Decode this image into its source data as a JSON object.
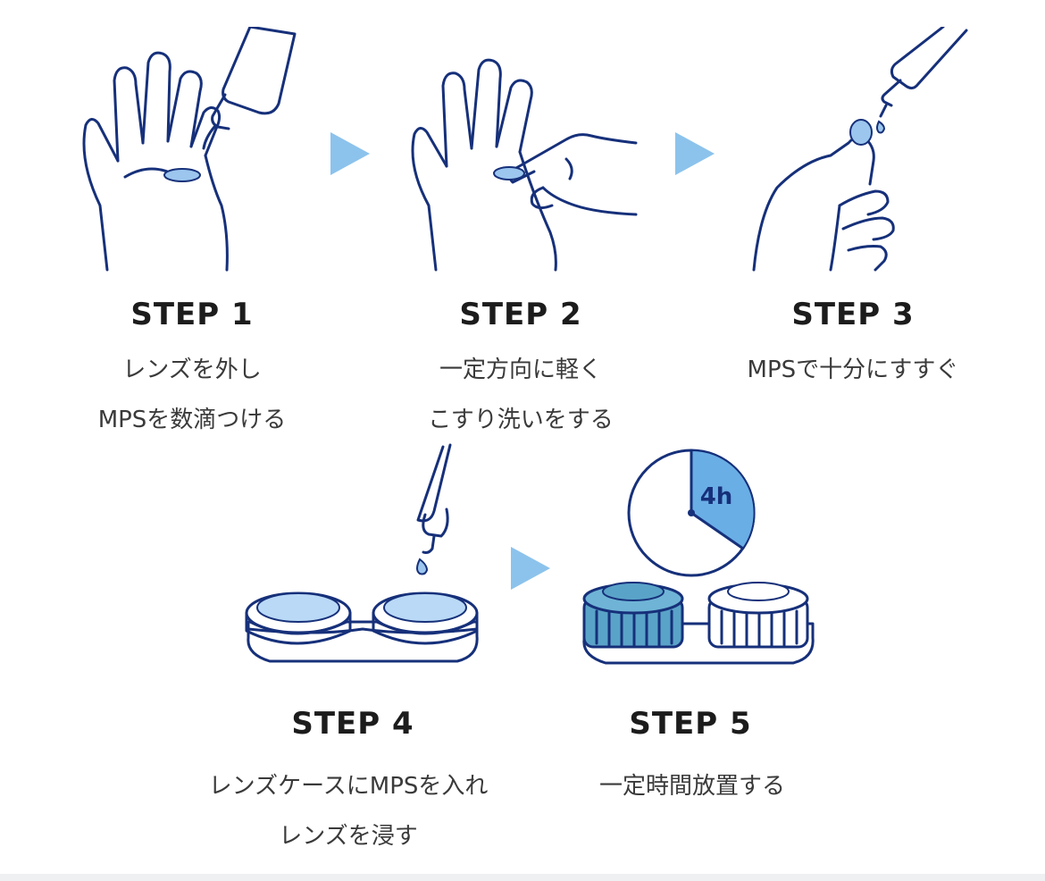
{
  "steps": [
    {
      "title": "STEP 1",
      "lines": [
        "レンズを外し",
        "MPSを数滴つける"
      ]
    },
    {
      "title": "STEP 2",
      "lines": [
        "一定方向に軽く",
        "こすり洗いをする"
      ]
    },
    {
      "title": "STEP 3",
      "lines": [
        "MPSで十分にすすぐ"
      ]
    },
    {
      "title": "STEP 4",
      "lines": [
        "レンズケースにMPSを入れ",
        "レンズを浸す"
      ]
    },
    {
      "title": "STEP 5",
      "lines": [
        "一定時間放置する"
      ]
    }
  ],
  "timer_label": "4h",
  "colors": {
    "line": "#16307a",
    "arrow": "#8cc3ec",
    "lens": "#9cc6ee",
    "case_fill": "#5aa3c8",
    "timer_fill": "#6aaee6"
  }
}
